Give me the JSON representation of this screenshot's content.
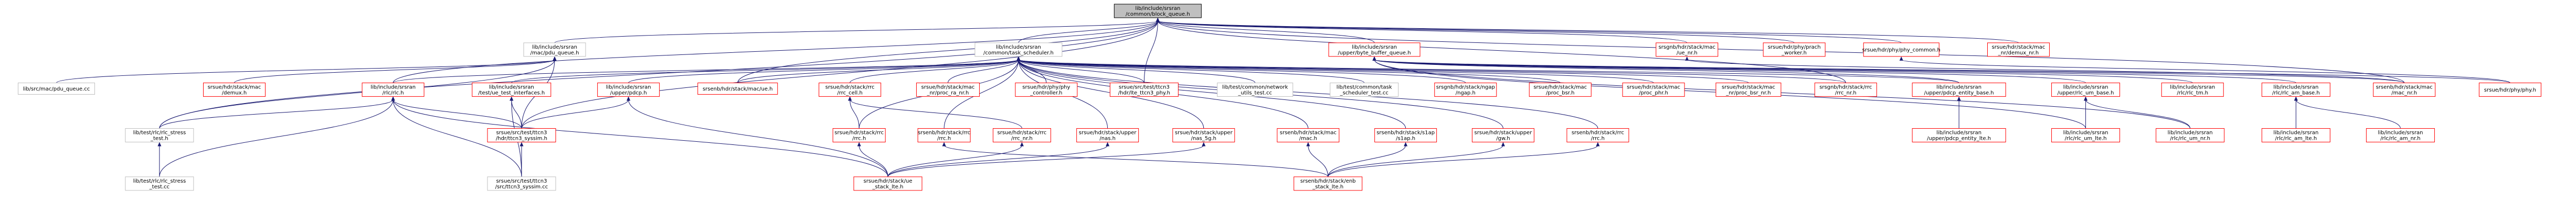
{
  "graph": {
    "nodes": [
      {
        "id": "n0",
        "lines": [
          "lib/include/srsran",
          "/common/block_queue.h"
        ],
        "kind": "root"
      },
      {
        "id": "n1",
        "lines": [
          "lib/include/srsran",
          "/mac/pdu_queue.h"
        ],
        "kind": "normal"
      },
      {
        "id": "n2",
        "lines": [
          "lib/include/srsran",
          "/common/task_scheduler.h"
        ],
        "kind": "normal"
      },
      {
        "id": "n3",
        "lines": [
          "lib/include/srsran",
          "/upper/byte_buffer_queue.h"
        ],
        "kind": "red"
      },
      {
        "id": "n4",
        "lines": [
          "srsgnb/hdr/stack/mac",
          "/ue_nr.h"
        ],
        "kind": "red"
      },
      {
        "id": "n5",
        "lines": [
          "srsue/hdr/phy/prach",
          "_worker.h"
        ],
        "kind": "red"
      },
      {
        "id": "n6",
        "lines": [
          "srsue/hdr/phy/phy_common.h"
        ],
        "kind": "red"
      },
      {
        "id": "n7",
        "lines": [
          "srsue/hdr/stack/mac",
          "_nr/demux_nr.h"
        ],
        "kind": "red"
      },
      {
        "id": "n8",
        "lines": [
          "lib/src/mac/pdu_queue.cc"
        ],
        "kind": "normal"
      },
      {
        "id": "n9",
        "lines": [
          "srsue/hdr/stack/mac",
          "/demux.h"
        ],
        "kind": "red"
      },
      {
        "id": "n10",
        "lines": [
          "lib/include/srsran",
          "/rlc/rlc.h"
        ],
        "kind": "red"
      },
      {
        "id": "n11",
        "lines": [
          "lib/include/srsran",
          "/test/ue_test_interfaces.h"
        ],
        "kind": "red"
      },
      {
        "id": "n12",
        "lines": [
          "lib/include/srsran",
          "/upper/pdcp.h"
        ],
        "kind": "red"
      },
      {
        "id": "n13",
        "lines": [
          "srsenb/hdr/stack/mac/ue.h"
        ],
        "kind": "red"
      },
      {
        "id": "n14",
        "lines": [
          "srsue/hdr/stack/rrc",
          "/rrc_cell.h"
        ],
        "kind": "red"
      },
      {
        "id": "n15",
        "lines": [
          "srsue/hdr/stack/mac",
          "_nr/proc_ra_nr.h"
        ],
        "kind": "red"
      },
      {
        "id": "n16",
        "lines": [
          "srsue/hdr/phy/phy",
          "_controller.h"
        ],
        "kind": "red"
      },
      {
        "id": "n17",
        "lines": [
          "srsue/src/test/ttcn3",
          "/hdr/lte_ttcn3_phy.h"
        ],
        "kind": "red"
      },
      {
        "id": "n18",
        "lines": [
          "lib/test/common/network",
          "_utils_test.cc"
        ],
        "kind": "normal"
      },
      {
        "id": "n19",
        "lines": [
          "lib/test/common/task",
          "_scheduler_test.cc"
        ],
        "kind": "normal"
      },
      {
        "id": "n20",
        "lines": [
          "srsgnb/hdr/stack/ngap",
          "/ngap.h"
        ],
        "kind": "red"
      },
      {
        "id": "n21",
        "lines": [
          "srsue/hdr/stack/mac",
          "/proc_bsr.h"
        ],
        "kind": "red"
      },
      {
        "id": "n22",
        "lines": [
          "srsue/hdr/stack/mac",
          "/proc_phr.h"
        ],
        "kind": "red"
      },
      {
        "id": "n23",
        "lines": [
          "srsue/hdr/stack/mac",
          "_nr/proc_bsr_nr.h"
        ],
        "kind": "red"
      },
      {
        "id": "n24",
        "lines": [
          "srsgnb/hdr/stack/rrc",
          "/rrc_nr.h"
        ],
        "kind": "red"
      },
      {
        "id": "n25",
        "lines": [
          "lib/include/srsran",
          "/upper/pdcp_entity_base.h"
        ],
        "kind": "red"
      },
      {
        "id": "n26",
        "lines": [
          "lib/include/srsran",
          "/upper/rlc_um_base.h"
        ],
        "kind": "red"
      },
      {
        "id": "n27",
        "lines": [
          "lib/include/srsran",
          "/rlc/rlc_tm.h"
        ],
        "kind": "red"
      },
      {
        "id": "n28",
        "lines": [
          "lib/include/srsran",
          "/rlc/rlc_am_base.h"
        ],
        "kind": "red"
      },
      {
        "id": "n29",
        "lines": [
          "srsenb/hdr/stack/mac",
          "/mac_nr.h"
        ],
        "kind": "red"
      },
      {
        "id": "n30",
        "lines": [
          "srsue/hdr/phy/phy.h"
        ],
        "kind": "red"
      },
      {
        "id": "n31",
        "lines": [
          "lib/test/rlc/rlc_stress",
          "_test.h"
        ],
        "kind": "normal"
      },
      {
        "id": "n32",
        "lines": [
          "lib/test/rlc/rlc_stress",
          "_test.cc"
        ],
        "kind": "normal"
      },
      {
        "id": "n33",
        "lines": [
          "srsue/src/test/ttcn3",
          "/hdr/ttcn3_syssim.h"
        ],
        "kind": "red"
      },
      {
        "id": "n34",
        "lines": [
          "srsue/src/test/ttcn3",
          "/src/ttcn3_syssim.cc"
        ],
        "kind": "normal"
      },
      {
        "id": "n35",
        "lines": [
          "srsue/hdr/stack/rrc",
          "/rrc.h"
        ],
        "kind": "red"
      },
      {
        "id": "n36",
        "lines": [
          "srsenb/hdr/stack/rrc",
          "/rrc.h"
        ],
        "kind": "red"
      },
      {
        "id": "n37",
        "lines": [
          "srsue/hdr/stack/rrc",
          "/rrc_nr.h"
        ],
        "kind": "red"
      },
      {
        "id": "n38",
        "lines": [
          "srsue/hdr/stack/upper",
          "/nas.h"
        ],
        "kind": "red"
      },
      {
        "id": "n39",
        "lines": [
          "srsue/hdr/stack/upper",
          "/nas_5g.h"
        ],
        "kind": "red"
      },
      {
        "id": "n40",
        "lines": [
          "srsenb/hdr/stack/mac",
          "/mac.h"
        ],
        "kind": "red"
      },
      {
        "id": "n41",
        "lines": [
          "srsenb/hdr/stack/s1ap",
          "/s1ap.h"
        ],
        "kind": "red"
      },
      {
        "id": "n42",
        "lines": [
          "srsue/hdr/stack/upper",
          "/gw.h"
        ],
        "kind": "red"
      },
      {
        "id": "n43",
        "lines": [
          "srsenb/hdr/stack/rrc",
          "/rrc.h"
        ],
        "kind": "red"
      },
      {
        "id": "n44",
        "lines": [
          "lib/include/srsran",
          "/upper/pdcp_entity_lte.h"
        ],
        "kind": "red"
      },
      {
        "id": "n45",
        "lines": [
          "lib/include/srsran",
          "/rlc/rlc_um_lte.h"
        ],
        "kind": "red"
      },
      {
        "id": "n46",
        "lines": [
          "lib/include/srsran",
          "/rlc/rlc_um_nr.h"
        ],
        "kind": "red"
      },
      {
        "id": "n47",
        "lines": [
          "lib/include/srsran",
          "/rlc/rlc_am_lte.h"
        ],
        "kind": "red"
      },
      {
        "id": "n48",
        "lines": [
          "lib/include/srsran",
          "/rlc/rlc_am_nr.h"
        ],
        "kind": "red"
      },
      {
        "id": "n49",
        "lines": [
          "srsue/hdr/stack/ue",
          "_stack_lte.h"
        ],
        "kind": "red"
      },
      {
        "id": "n50",
        "lines": [
          "srsenb/hdr/stack/enb",
          "_stack_lte.h"
        ],
        "kind": "red"
      }
    ],
    "edges": [
      [
        "n1",
        "n0"
      ],
      [
        "n2",
        "n0"
      ],
      [
        "n3",
        "n0"
      ],
      [
        "n4",
        "n0"
      ],
      [
        "n5",
        "n0"
      ],
      [
        "n6",
        "n0"
      ],
      [
        "n7",
        "n0"
      ],
      [
        "n10",
        "n0"
      ],
      [
        "n13",
        "n0"
      ],
      [
        "n24",
        "n0"
      ],
      [
        "n29",
        "n0"
      ],
      [
        "n31",
        "n0"
      ],
      [
        "n33",
        "n0"
      ],
      [
        "n17",
        "n0"
      ],
      [
        "n8",
        "n1"
      ],
      [
        "n9",
        "n1"
      ],
      [
        "n31",
        "n1"
      ],
      [
        "n33",
        "n1"
      ],
      [
        "n10",
        "n2"
      ],
      [
        "n11",
        "n2"
      ],
      [
        "n12",
        "n2"
      ],
      [
        "n13",
        "n2"
      ],
      [
        "n14",
        "n2"
      ],
      [
        "n15",
        "n2"
      ],
      [
        "n16",
        "n2"
      ],
      [
        "n17",
        "n2"
      ],
      [
        "n18",
        "n2"
      ],
      [
        "n19",
        "n2"
      ],
      [
        "n20",
        "n2"
      ],
      [
        "n21",
        "n2"
      ],
      [
        "n22",
        "n2"
      ],
      [
        "n23",
        "n2"
      ],
      [
        "n24",
        "n2"
      ],
      [
        "n25",
        "n2"
      ],
      [
        "n35",
        "n2"
      ],
      [
        "n36",
        "n2"
      ],
      [
        "n38",
        "n2"
      ],
      [
        "n39",
        "n2"
      ],
      [
        "n40",
        "n2"
      ],
      [
        "n41",
        "n2"
      ],
      [
        "n42",
        "n2"
      ],
      [
        "n43",
        "n2"
      ],
      [
        "n25",
        "n3"
      ],
      [
        "n26",
        "n3"
      ],
      [
        "n27",
        "n3"
      ],
      [
        "n28",
        "n3"
      ],
      [
        "n29",
        "n3"
      ],
      [
        "n30",
        "n3"
      ],
      [
        "n45",
        "n3"
      ],
      [
        "n46",
        "n3"
      ],
      [
        "n30",
        "n6"
      ],
      [
        "n29",
        "n4"
      ],
      [
        "n31",
        "n10"
      ],
      [
        "n32",
        "n10"
      ],
      [
        "n33",
        "n10"
      ],
      [
        "n34",
        "n10"
      ],
      [
        "n49",
        "n10"
      ],
      [
        "n33",
        "n11"
      ],
      [
        "n34",
        "n11"
      ],
      [
        "n33",
        "n12"
      ],
      [
        "n49",
        "n12"
      ],
      [
        "n32",
        "n31"
      ],
      [
        "n34",
        "n33"
      ],
      [
        "n35",
        "n14"
      ],
      [
        "n37",
        "n14"
      ],
      [
        "n49",
        "n35"
      ],
      [
        "n49",
        "n37"
      ],
      [
        "n49",
        "n38"
      ],
      [
        "n49",
        "n39"
      ],
      [
        "n50",
        "n40"
      ],
      [
        "n50",
        "n41"
      ],
      [
        "n50",
        "n42"
      ],
      [
        "n50",
        "n43"
      ],
      [
        "n50",
        "n36"
      ],
      [
        "n44",
        "n25"
      ],
      [
        "n45",
        "n26"
      ],
      [
        "n46",
        "n26"
      ],
      [
        "n47",
        "n28"
      ],
      [
        "n48",
        "n28"
      ]
    ]
  }
}
